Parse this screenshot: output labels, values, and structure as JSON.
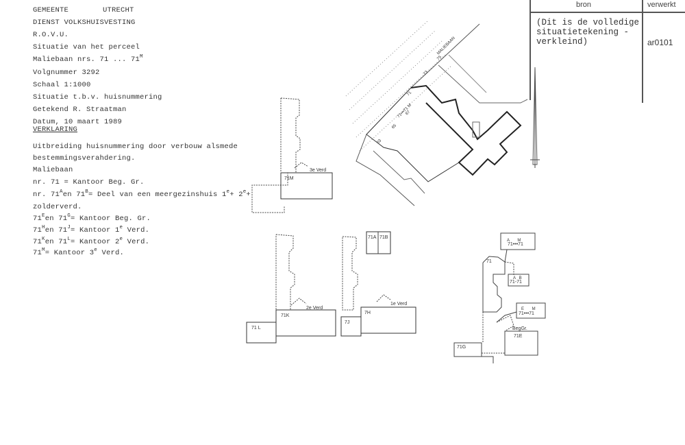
{
  "header": {
    "municipality": "GEMEENTE",
    "city": "UTRECHT",
    "department": "DIENST  VOLKSHUISVESTING",
    "office": "R.O.V.U.",
    "subject": "Situatie van het perceel",
    "address": "Maliebaan nrs. 71 ... 71",
    "address_sup": "M",
    "sequence": "Volgnummer 3292",
    "scale": "Schaal 1:1000",
    "purpose": "Situatie t.b.v. huisnummering",
    "drawn_by": "Getekend R. Straatman",
    "date": "Datum, 10 maart 1989",
    "legend_heading": "VERKLARING"
  },
  "legend": {
    "line1": "Uitbreiding huisnummering door verbouw alsmede",
    "line2": "bestemmingsverahdering.",
    "street": "Maliebaan",
    "nr71": "nr. 71 = Kantoor Beg. Gr.",
    "ab": {
      "a": "nr. 71",
      "s1": "A",
      "b": "en 71",
      "s2": "B",
      "c": "= Deel van een meergezinshuis 1",
      "s3": "e",
      "d": "+ 2",
      "s4": "e",
      "e": "+"
    },
    "zolder": "zolderverd.",
    "eg": {
      "a": "71",
      "s1": "E",
      "b": "en 71",
      "s2": "G",
      "c": "= Kantoor Beg. Gr."
    },
    "hj": {
      "a": "71",
      "s1": "H",
      "b": "en 71",
      "s2": "J",
      "c": "= Kantoor 1",
      "s3": "e",
      "d": " Verd."
    },
    "kl": {
      "a": "71",
      "s1": "K",
      "b": "en 71",
      "s2": "L",
      "c": "= Kantoor 2",
      "s3": "e",
      "d": " Verd."
    },
    "m": {
      "a": "71",
      "s1": "M",
      "c": "= Kantoor 3",
      "s3": "e",
      "d": " Verd."
    }
  },
  "table": {
    "col_bron": "bron",
    "col_verwerkt": "verwerkt",
    "bron_text": "(Dit is de volledige\nsituatietekening -\nverkleind)",
    "verwerkt_value": "ar0101"
  },
  "plans": {
    "p1": {
      "unit": "71M",
      "floor": "3e Verd"
    },
    "p2": {
      "unit_k": "71K",
      "unit_l": "71 L",
      "floor": "2e Verd"
    },
    "p3": {
      "unit_a": "71A",
      "unit_b": "71B",
      "unit_h": "7H",
      "unit_j": "7J",
      "floor": "1e Verd"
    },
    "p4": {
      "unit_71": "71",
      "box1": "71•••71",
      "box1_sup": "A       M",
      "box2": "71-71",
      "box2_sup": "A   B",
      "box3": "71•••71",
      "box3_sup": "E       M",
      "beg": "BegGr.",
      "unit_e": "71E",
      "unit_g": "71G"
    },
    "site": {
      "street": "MALIEBAAN",
      "range": "71•••71 M",
      "n67": "67",
      "n65": "65",
      "n63": "63",
      "n71": "71",
      "n73": "73",
      "n75": "75"
    }
  }
}
